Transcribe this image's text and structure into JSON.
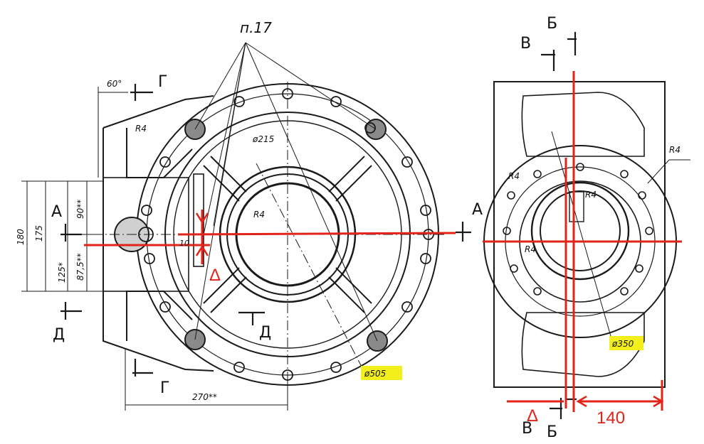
{
  "labels": {
    "part_callout": "п.17",
    "angle_60": "60°",
    "section_g": "Г",
    "section_a": "А",
    "section_d": "Д",
    "section_v": "В",
    "section_b": "Б",
    "r4": "R4",
    "dia_215": "ø215",
    "dia_505": "ø505",
    "dia_350": "ø350",
    "dim_270": "270**",
    "dim_180": "180",
    "dim_175": "175",
    "dim_90": "90**",
    "dim_125": "125*",
    "dim_87_5": "87,5**",
    "dim_10": "10",
    "delta": "Δ",
    "dim_140": "140"
  },
  "colors": {
    "line": "#1a1a1a",
    "markup": "#e2231a",
    "highlight": "#f3ef1c"
  }
}
